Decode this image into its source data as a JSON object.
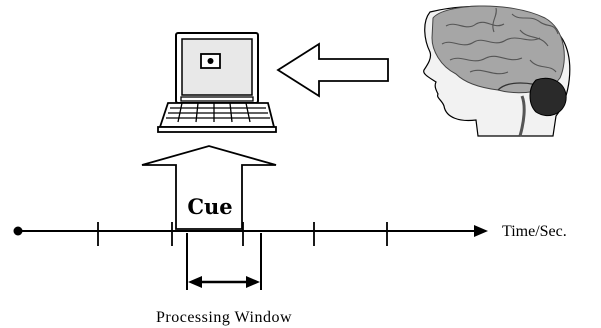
{
  "labels": {
    "cue": "Cue",
    "axis": "Time/Sec.",
    "window": "Processing Window"
  },
  "icons": {
    "computer": "laptop-icon",
    "brain": "human-head-brain-icon",
    "arrow_brain_to_computer": "left-arrow-icon",
    "arrow_cue": "up-arrow-icon",
    "window_span": "double-headed-arrow-icon"
  },
  "colors": {
    "ink": "#000000",
    "brain_gray": "#9a9a9a",
    "cerebellum": "#2a2a2a",
    "background": "#ffffff"
  }
}
